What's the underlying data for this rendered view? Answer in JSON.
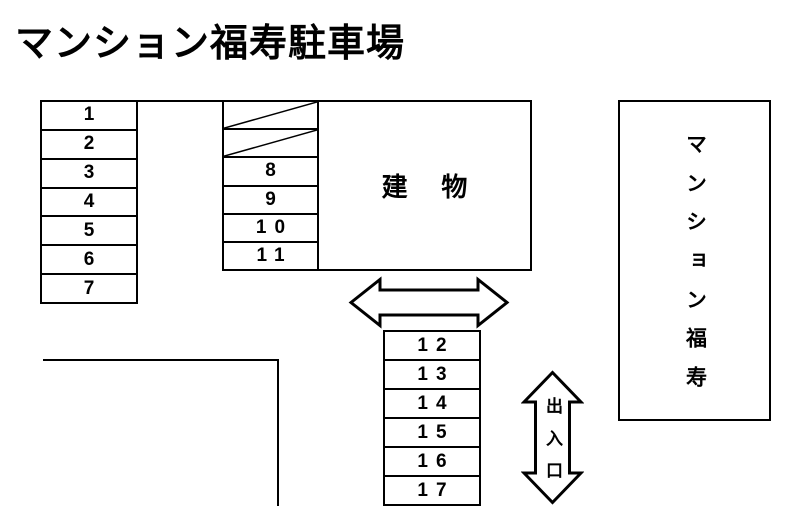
{
  "title": "マンション福寿駐車場",
  "colors": {
    "ink": "#000000",
    "paper": "#ffffff"
  },
  "left_column": {
    "spaces": [
      "1",
      "2",
      "3",
      "4",
      "5",
      "6",
      "7"
    ]
  },
  "middle_column": {
    "unavailable_count": 2,
    "spaces": [
      "8",
      "9",
      "10",
      "11"
    ]
  },
  "building": {
    "label": "建物"
  },
  "lower_column": {
    "spaces": [
      "12",
      "13",
      "14",
      "15",
      "16",
      "17"
    ]
  },
  "entrance_arrow": {
    "label": "出入口"
  },
  "site_label_box": {
    "label": "マンション福寿"
  }
}
